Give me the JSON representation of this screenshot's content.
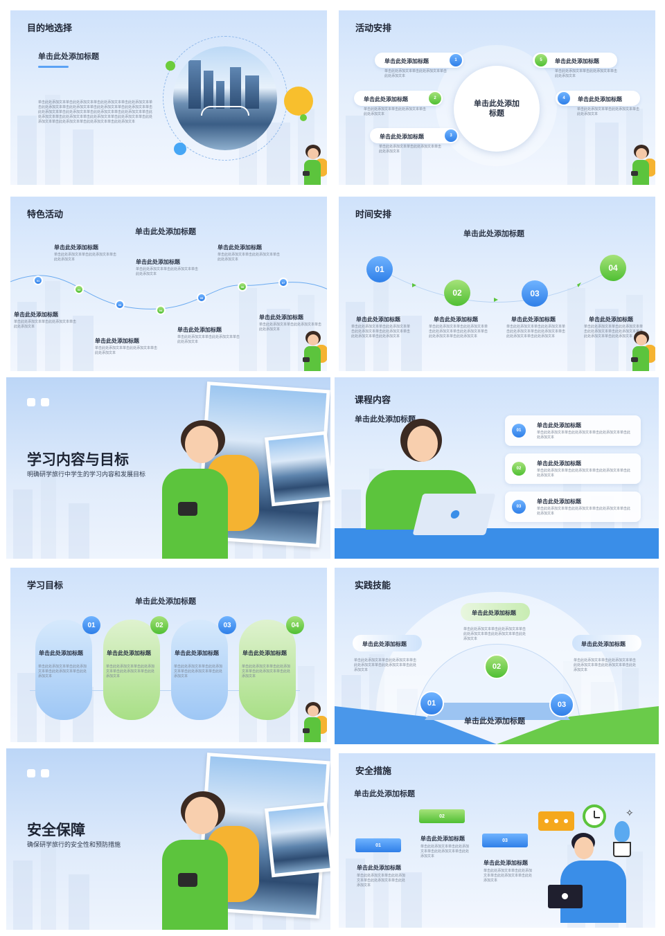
{
  "slides": {
    "s1": {
      "title": "目的地选择",
      "heading": "单击此处添加标题",
      "body": "单击此处添加文本单击此处添加文本单击此处添加文本单击此处添加文本单击此处添加文本单击此处添加文本单击此处添加文本单击此处添加文本单击此处添加文本单击此处添加文本单击此处添加文本单击此处添加文本单击此处添加文本单击此处添加文本单击此处添加文本单击此处添加文本单击此处添加文本单击此处添加文本单击此处添加文本单击此处添加文本"
    },
    "s2": {
      "title": "活动安排",
      "center": "单击此处添加标题",
      "items": [
        {
          "num": "1",
          "title": "单击此处添加标题",
          "text": "单击此处添加文本单击此处添加文本单击此处添加文本"
        },
        {
          "num": "2",
          "title": "单击此处添加标题",
          "text": "单击此处添加文本单击此处添加文本单击此处添加文本"
        },
        {
          "num": "3",
          "title": "单击此处添加标题",
          "text": "单击此处添加文本单击此处添加文本单击此处添加文本"
        },
        {
          "num": "4",
          "title": "单击此处添加标题",
          "text": "单击此处添加文本单击此处添加文本单击此处添加文本"
        },
        {
          "num": "5",
          "title": "单击此处添加标题",
          "text": "单击此处添加文本单击此处添加文本单击此处添加文本"
        }
      ]
    },
    "s3": {
      "title": "特色活动",
      "heading": "单击此处添加标题",
      "nodes": [
        "01",
        "02",
        "03",
        "04",
        "05",
        "06",
        "07"
      ],
      "item_title": "单击此处添加标题",
      "item_text": "单击此处添加文本单击此处添加文本单击此处添加文本"
    },
    "s4": {
      "title": "时间安排",
      "heading": "单击此处添加标题",
      "nums": [
        "01",
        "02",
        "03",
        "04"
      ],
      "item_title": "单击此处添加标题",
      "item_text": "单击此处添加文本单击此处添加文本单击此处添加文本单击此处添加文本单击此处添加文本单击此处添加文本"
    },
    "s5": {
      "title": "学习内容与目标",
      "subtitle": "明确研学旅行中学生的学习内容和发展目标"
    },
    "s6": {
      "title": "课程内容",
      "heading": "单击此处添加标题",
      "items": [
        {
          "num": "01",
          "title": "单击此处添加标题",
          "text": "单击此处添加文本单击此处添加文本单击此处添加文本单击此处添加文本"
        },
        {
          "num": "02",
          "title": "单击此处添加标题",
          "text": "单击此处添加文本单击此处添加文本单击此处添加文本单击此处添加文本"
        },
        {
          "num": "03",
          "title": "单击此处添加标题",
          "text": "单击此处添加文本单击此处添加文本单击此处添加文本单击此处添加文本"
        }
      ]
    },
    "s7": {
      "title": "学习目标",
      "heading": "单击此处添加标题",
      "nums": [
        "01",
        "02",
        "03",
        "04"
      ],
      "item_title": "单击此处添加标题",
      "item_text": "单击此处添加文本单击此处添加文本单击此处添加文本单击此处添加文本"
    },
    "s8": {
      "title": "实践技能",
      "bottom": "单击此处添加标题",
      "nums": [
        "01",
        "02",
        "03"
      ],
      "item_title": "单击此处添加标题",
      "item_text": "单击此处添加文本单击此处添加文本单击此处添加文本单击此处添加文本单击此处添加文本"
    },
    "s9": {
      "title": "安全保障",
      "subtitle": "确保研学旅行的安全性和预防措施"
    },
    "s10": {
      "title": "安全措施",
      "heading": "单击此处添加标题",
      "nums": [
        "01",
        "02",
        "03"
      ],
      "item_title": "单击此处添加标题",
      "item_text": "单击此处添加文本单击此处添加文本单击此处添加文本单击此处添加文本"
    }
  },
  "colors": {
    "blue": "#2f7fe8",
    "green": "#4fbf33",
    "orange": "#f5b331"
  }
}
